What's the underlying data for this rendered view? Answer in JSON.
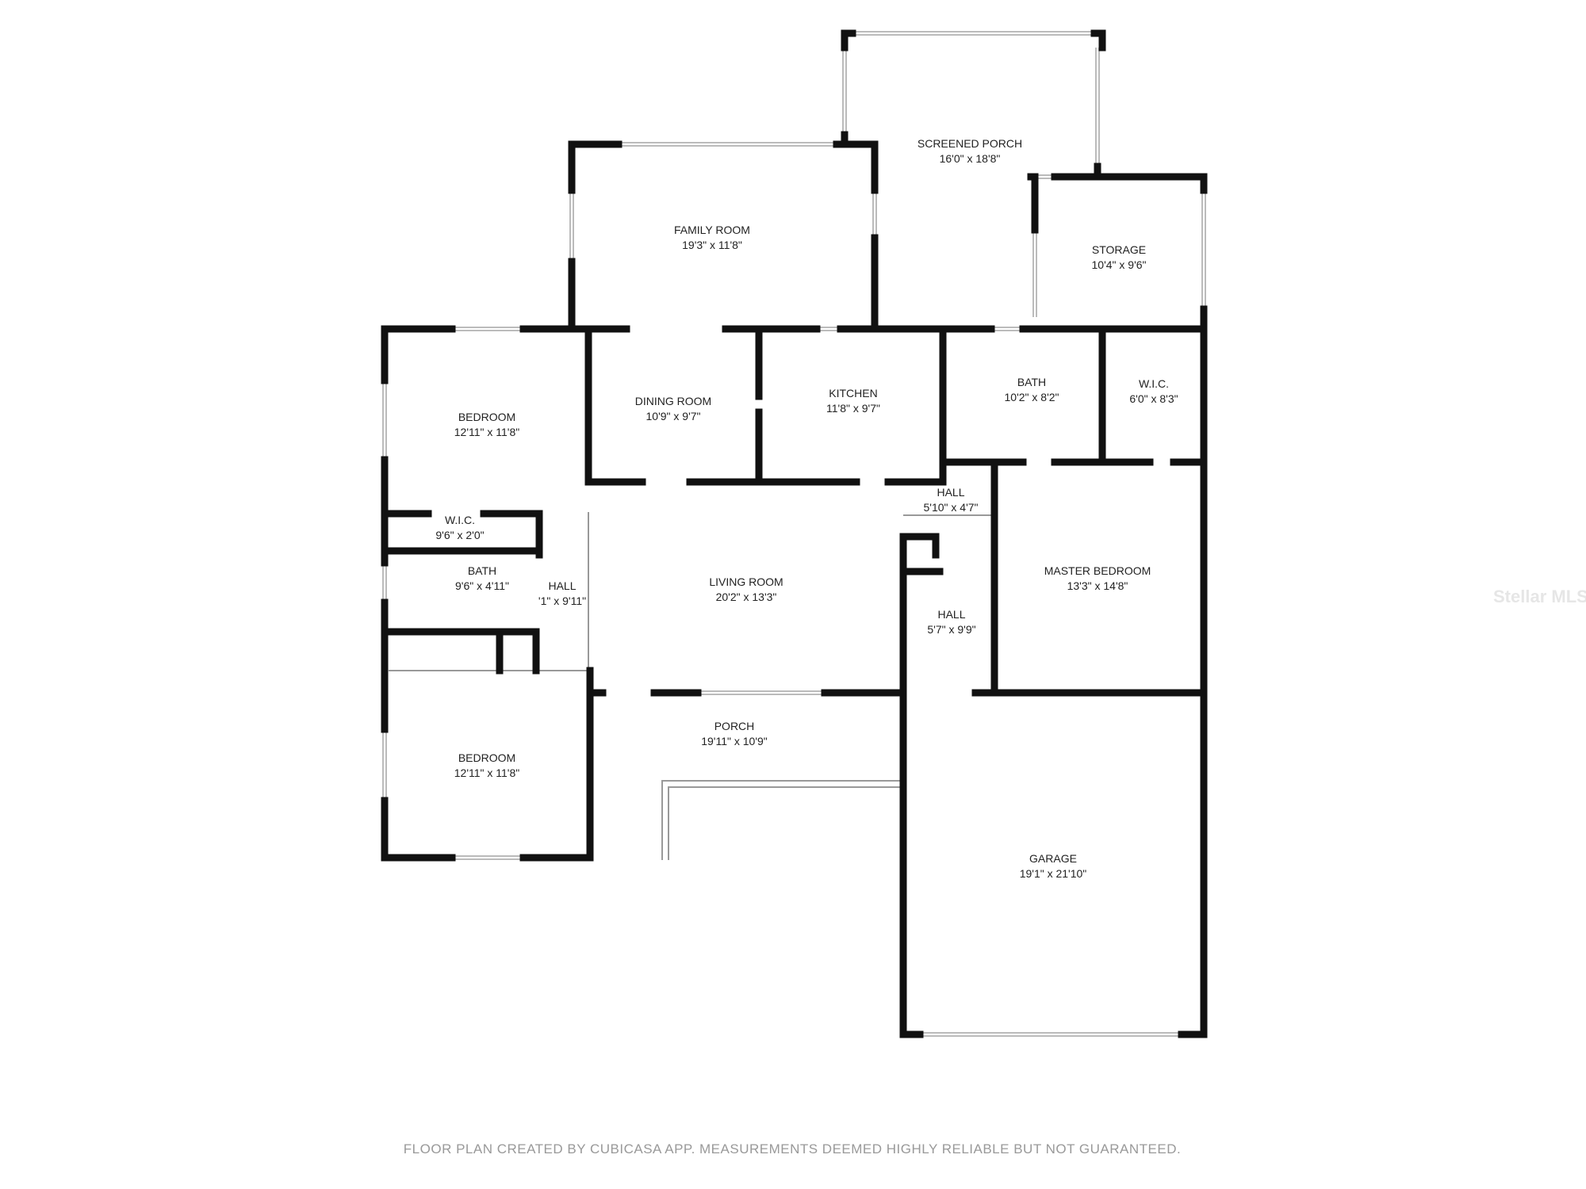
{
  "rooms": [
    {
      "name": "SCREENED PORCH",
      "dims": "16'0\" x 18'8\""
    },
    {
      "name": "FAMILY ROOM",
      "dims": "19'3\" x 11'8\""
    },
    {
      "name": "STORAGE",
      "dims": "10'4\" x 9'6\""
    },
    {
      "name": "BEDROOM",
      "dims": "12'11\" x 11'8\""
    },
    {
      "name": "DINING ROOM",
      "dims": "10'9\" x 9'7\""
    },
    {
      "name": "KITCHEN",
      "dims": "11'8\" x 9'7\""
    },
    {
      "name": "BATH",
      "dims": "10'2\" x 8'2\""
    },
    {
      "name": "W.I.C.",
      "dims": "6'0\" x 8'3\""
    },
    {
      "name": "HALL",
      "dims": "5'10\" x 4'7\""
    },
    {
      "name": "W.I.C.",
      "dims": "9'6\" x 2'0\""
    },
    {
      "name": "BATH",
      "dims": "9'6\" x 4'11\""
    },
    {
      "name": "HALL",
      "dims": "'1\" x 9'11\""
    },
    {
      "name": "LIVING ROOM",
      "dims": "20'2\" x 13'3\""
    },
    {
      "name": "MASTER BEDROOM",
      "dims": "13'3\" x 14'8\""
    },
    {
      "name": "HALL",
      "dims": "5'7\" x 9'9\""
    },
    {
      "name": "PORCH",
      "dims": "19'11\" x 10'9\""
    },
    {
      "name": "BEDROOM",
      "dims": "12'11\" x 11'8\""
    },
    {
      "name": "GARAGE",
      "dims": "19'1\" x 21'10\""
    }
  ],
  "footer": "FLOOR PLAN CREATED BY CUBICASA APP. MEASUREMENTS DEEMED HIGHLY RELIABLE BUT NOT GUARANTEED.",
  "watermark": "Stellar MLS"
}
